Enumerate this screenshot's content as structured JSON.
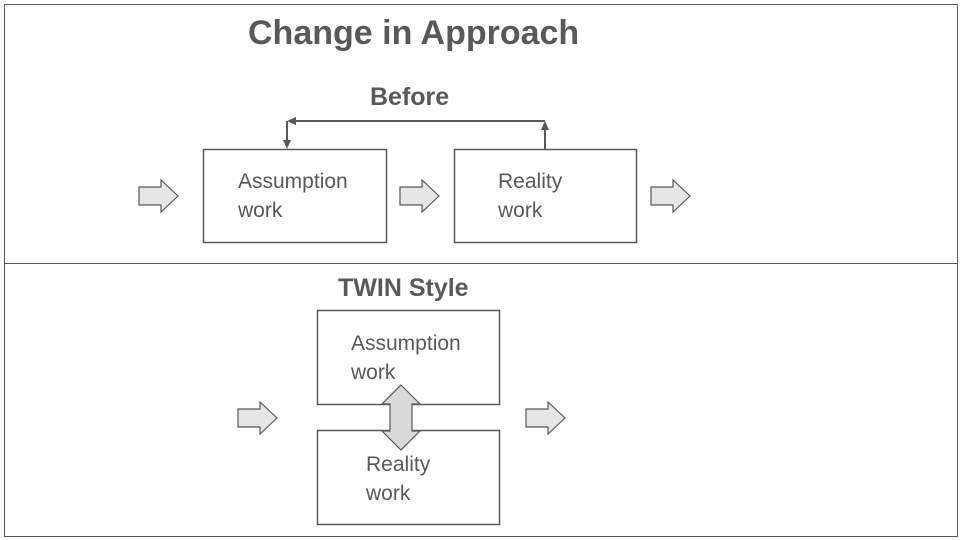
{
  "title": "Change in Approach",
  "before": {
    "heading": "Before",
    "boxes": {
      "assumption": {
        "line1": "Assumption",
        "line2": "work"
      },
      "reality": {
        "line1": "Reality",
        "line2": "work"
      }
    }
  },
  "twin": {
    "heading": "TWIN Style",
    "boxes": {
      "assumption": {
        "line1": "Assumption",
        "line2": "work"
      },
      "reality": {
        "line1": "Reality",
        "line2": "work"
      }
    }
  },
  "colors": {
    "text": "#595959",
    "stroke": "#595959",
    "arrow_fill": "#e6e6e6",
    "double_arrow_fill": "#d9d9d9"
  }
}
